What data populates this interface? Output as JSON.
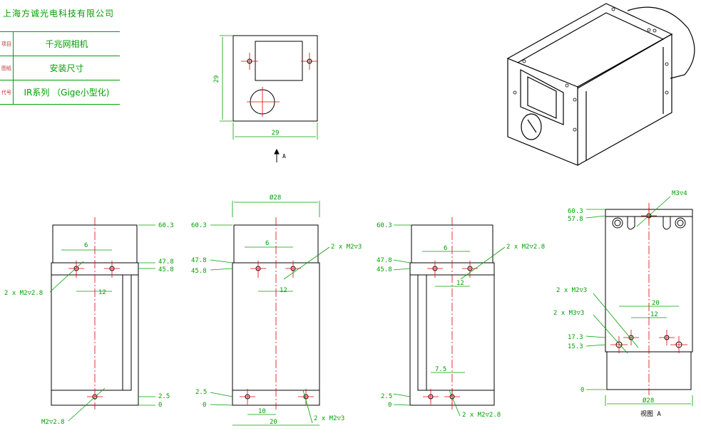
{
  "header": {
    "company": "上海方诚光电科技有限公司"
  },
  "title_block": [
    {
      "label": "项目",
      "value": "千兆网相机"
    },
    {
      "label": "图纸",
      "value": "安装尺寸"
    },
    {
      "label": "代号",
      "value": "IR系列 （Gige小型化)"
    }
  ],
  "colors": {
    "outline": "#000000",
    "centerline": "#e00000",
    "dimension": "#00a000",
    "leader": "#00a000"
  },
  "top_view": {
    "height": "29",
    "width": "29",
    "view_arrow": "A"
  },
  "view1": {
    "d60": "60.3",
    "d47": "47.8",
    "d45": "45.8",
    "d2": "2.5",
    "d0": "0",
    "w6": "6",
    "w12": "12",
    "callout_side": "2 x M2▽2.8",
    "callout_bottom": "M2▽2.8"
  },
  "view2": {
    "d60": "60.3",
    "d47": "47.8",
    "d45": "45.8",
    "d2": "2.5",
    "d0": "0",
    "dia": "Ø28",
    "w6": "6",
    "w12": "12",
    "w10": "10",
    "w20": "20",
    "callout_top": "2 x M2▽3",
    "callout_bottom": "2 x M2▽3"
  },
  "view3": {
    "d60": "60.3",
    "d47": "47.8",
    "d45": "45.8",
    "d2": "2.5",
    "d0": "0",
    "w6": "6",
    "w12": "12",
    "w75": "7.5",
    "callout_top": "2 x M2▽2.8",
    "callout_bottom": "2 x M2▽2.8"
  },
  "view4": {
    "d60": "60.3",
    "d57": "57.8",
    "d17": "17.3",
    "d15": "15.3",
    "d0": "0",
    "w20": "20",
    "w12": "12",
    "dia": "Ø28",
    "callout_m3": "M3▽4",
    "callout_m2": "2 x M2▽3",
    "callout_m3b": "2 x M3▽3",
    "caption": "视图 A"
  }
}
